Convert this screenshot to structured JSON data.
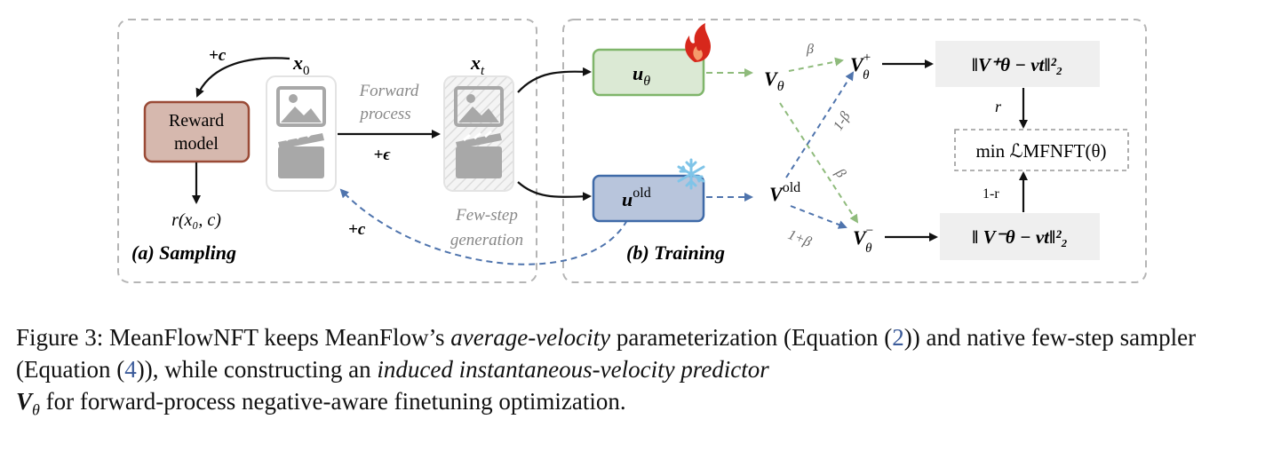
{
  "figure": {
    "panel_a": {
      "label_prefix": "(a)",
      "label": "Sampling",
      "reward_model_line1": "Reward",
      "reward_model_line2": "model",
      "x0": "x",
      "x0_sub": "0",
      "xt": "x",
      "xt_sub": "t",
      "plus_c_top": "+c",
      "plus_c_bottom": "+c",
      "forward_process_line1": "Forward",
      "forward_process_line2": "process",
      "plus_eps": "+ϵ",
      "reward_output": "r(x₀, c)",
      "few_step_line1": "Few-step",
      "few_step_line2": "generation"
    },
    "panel_b": {
      "label_prefix": "(b)",
      "label": "Training",
      "u_theta": "u",
      "u_theta_sub": "θ",
      "u_old": "u",
      "u_old_sup": "old",
      "v_theta": "V",
      "v_theta_sub": "θ",
      "v_old": "V",
      "v_old_sup": "old",
      "v_plus": "V",
      "v_plus_sup": "+",
      "v_plus_sub": "θ",
      "v_minus": "V",
      "v_minus_sup": "−",
      "v_minus_sub": "θ",
      "beta_top": "β",
      "one_minus_beta": "1-β",
      "beta_mid": "β",
      "one_plus_beta": "1+β",
      "loss_plus": "‖V⁺θ − vt‖²₂",
      "loss_minus": "‖ V⁻θ − vt‖²₂",
      "r_label": "r",
      "one_minus_r": "1-r",
      "objective": "min ℒMFNFT(θ)"
    },
    "colors": {
      "green_fill": "#dbe9d4",
      "green_stroke": "#7fb56a",
      "blue_fill": "#b8c5dc",
      "blue_stroke": "#3f6aa8",
      "reward_fill": "#d6b8ae",
      "reward_stroke": "#9a4a36",
      "green_dash": "#8fbb7c",
      "blue_dash": "#4f74ad",
      "loss_fill": "#efefef"
    },
    "icons": [
      "fire-icon",
      "snowflake-icon",
      "image-icon",
      "clapperboard-icon"
    ]
  },
  "caption": {
    "prefix": "Figure 3: MeanFlowNFT keeps MeanFlow’s ",
    "em1": "average-velocity",
    "part2": " parameterization (Equation (",
    "ref1": "2",
    "part3": ")) and native few-step sampler (Equation (",
    "ref2": "4",
    "part4": ")), while constructing an ",
    "em2": "induced instantaneous-velocity predictor",
    "part5_sym": "V",
    "part5_sub": "θ",
    "part6": " for forward-process negative-aware finetuning optimization."
  }
}
